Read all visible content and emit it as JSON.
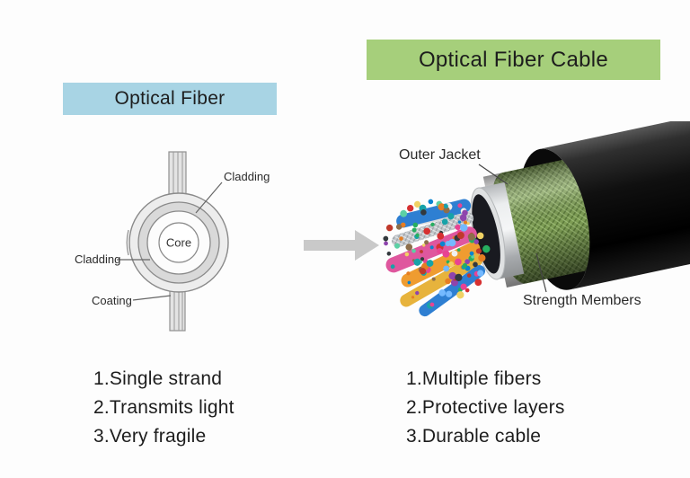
{
  "left_panel": {
    "title": "Optical Fiber",
    "diagram_labels": {
      "core": "Core",
      "cladding_top": "Cladding",
      "cladding_left": "Cladding",
      "coating": "Coating"
    },
    "points": [
      "1.Single strand",
      "2.Transmits light",
      "3.Very fragile"
    ]
  },
  "right_panel": {
    "title": "Optical Fiber Cable",
    "diagram_labels": {
      "outer_jacket": "Outer Jacket",
      "strength_members": "Strength Members"
    },
    "points": [
      "1.Multiple fibers",
      "2.Protective layers",
      "3.Durable cable"
    ]
  },
  "colors": {
    "left_banner_bg": "#a8d4e4",
    "right_banner_bg": "#a6cf7b",
    "arrow": "#c9c9c9",
    "text_dark": "#1d1d1d",
    "label_text": "#2b2b2b",
    "wire_blue": "#2e7fd2",
    "wire_pink": "#df579e",
    "wire_orange": "#ef9c30",
    "wire_yellow": "#e7b33c",
    "wire_white": "#d9dadc",
    "fiber_tip_palette": [
      "#d63031",
      "#27ae60",
      "#0a84d0",
      "#e67e22",
      "#17a2a8",
      "#8e44ad",
      "#f0d264",
      "#f0f0f0",
      "#8d6e4b",
      "#e84393",
      "#33393d",
      "#74b9ff",
      "#c0392b",
      "#5bd1a5"
    ]
  }
}
